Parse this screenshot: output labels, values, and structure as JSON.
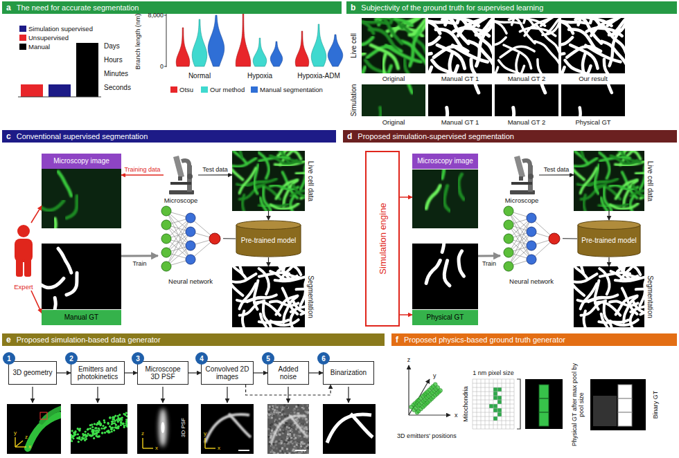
{
  "diagram": {
    "nodes": [
      {
        "text": [
          "a",
          "The need for accurate segmentation"
        ]
      },
      {
        "text": [
          "b",
          "Subjectivity of the ground truth for supervised learning"
        ]
      },
      {
        "text": [
          "c",
          "Conventional supervised segmentation"
        ]
      },
      {
        "text": [
          "Microscopy image"
        ]
      },
      {
        "text": [
          "Microscope"
        ]
      },
      {
        "text": [
          "Live cell data"
        ]
      },
      {
        "text": [
          "Expert"
        ]
      },
      {
        "text": [
          "Neural network"
        ]
      },
      {
        "text": [
          "Pre-trained model"
        ]
      },
      {
        "text": [
          "Manual GT"
        ]
      },
      {
        "text": [
          "Segmentation"
        ]
      },
      {
        "text": [
          "d",
          "Proposed simulation-supervised segmentation"
        ]
      },
      {
        "text": [
          "Simulation engine"
        ]
      },
      {
        "text": [
          "Microscopy image"
        ]
      },
      {
        "text": [
          "Microscope"
        ]
      },
      {
        "text": [
          "Live cell data"
        ]
      },
      {
        "text": [
          "Neural network"
        ]
      },
      {
        "text": [
          "Pre-trained model"
        ]
      },
      {
        "text": [
          "Physical GT"
        ]
      },
      {
        "text": [
          "Segmentation"
        ]
      },
      {
        "text": [
          "e",
          "Proposed simulation-based data generator"
        ]
      },
      {
        "text": [
          "1"
        ]
      },
      {
        "text": [
          "3D geometry"
        ]
      },
      {
        "text": [
          "2"
        ]
      },
      {
        "text": [
          "Emitters and photokinetics"
        ]
      },
      {
        "text": [
          "3"
        ]
      },
      {
        "text": [
          "Microscope 3D PSF"
        ]
      },
      {
        "text": [
          "4"
        ]
      },
      {
        "text": [
          "Convolved 2D images"
        ]
      },
      {
        "text": [
          "5"
        ]
      },
      {
        "text": [
          "Added noise"
        ]
      },
      {
        "text": [
          "6"
        ]
      },
      {
        "text": [
          "Binarization"
        ]
      },
      {
        "text": [
          "f",
          "Proposed physics-based ground truth generator"
        ]
      }
    ],
    "edges": [
      {
        "from": 4,
        "to": 3,
        "arrow": "to",
        "label": "Training data"
      },
      {
        "from": 4,
        "to": 5,
        "arrow": "to",
        "label": "Test data"
      },
      {
        "from": 6,
        "to": 3,
        "arrow": "to"
      },
      {
        "from": 6,
        "to": 9,
        "arrow": "to"
      },
      {
        "from": 9,
        "to": 7,
        "arrow": "to",
        "label": "Train"
      },
      {
        "from": 7,
        "to": 8,
        "arrow": "none"
      },
      {
        "from": 5,
        "to": 8,
        "arrow": "to"
      },
      {
        "from": 8,
        "to": 10,
        "arrow": "to"
      },
      {
        "from": 12,
        "to": 13,
        "arrow": "to"
      },
      {
        "from": 12,
        "to": 18,
        "arrow": "to"
      },
      {
        "from": 14,
        "to": 15,
        "arrow": "to",
        "label": "Test data"
      },
      {
        "from": 18,
        "to": 16,
        "arrow": "to",
        "label": "Train"
      },
      {
        "from": 16,
        "to": 17,
        "arrow": "none"
      },
      {
        "from": 15,
        "to": 17,
        "arrow": "to"
      },
      {
        "from": 17,
        "to": 19,
        "arrow": "to"
      },
      {
        "from": 22,
        "to": 24,
        "arrow": "to"
      },
      {
        "from": 24,
        "to": 26,
        "arrow": "to"
      },
      {
        "from": 26,
        "to": 28,
        "arrow": "to"
      },
      {
        "from": 28,
        "to": 30,
        "arrow": "to"
      },
      {
        "from": 30,
        "to": 32,
        "arrow": "to"
      },
      {
        "from": 28,
        "to": 32,
        "arrow": "to"
      }
    ],
    "labels": [
      "Days",
      "Hours",
      "Minutes",
      "Seconds",
      "Branch length (nm)",
      "8,000",
      "0",
      "Normal",
      "Hypoxia",
      "Hypoxia-ADM",
      "Live cell",
      "Original",
      "Manual GT 1",
      "Manual GT 2",
      "Our result",
      "Simulation",
      "Original",
      "Manual GT 1",
      "Manual GT 2",
      "Physical GT",
      "y",
      "z",
      "x",
      "3D PSF",
      "z",
      "x",
      "y",
      "x",
      "3D emitters' positions",
      "z",
      "y",
      "x",
      "1 nm pixel size",
      "Mitochondria",
      "Physical GT after max pool by pool size",
      "Binary GT"
    ],
    "legend": [
      {
        "text": "Simulation supervised",
        "color": "#1d1b87"
      },
      {
        "text": "Unsupervised",
        "color": "#e8262a"
      },
      {
        "text": "Manual",
        "color": "#000000"
      },
      {
        "text": "Otsu",
        "color": "#e8262a"
      },
      {
        "text": "Our method",
        "color": "#3fd9cf"
      },
      {
        "text": "Manual segmentation",
        "color": "#2f6fd6"
      }
    ]
  }
}
